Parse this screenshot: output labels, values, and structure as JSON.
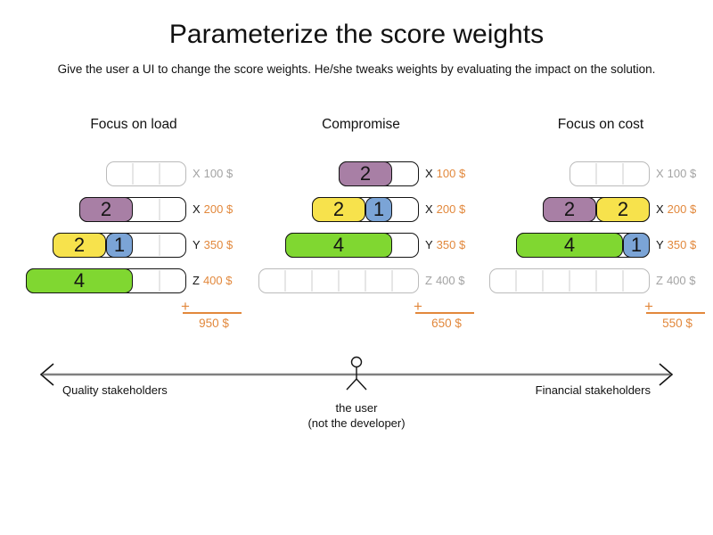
{
  "title": "Parameterize the score weights",
  "subtitle": "Give the user a UI to change the score weights. He/she tweaks weights by evaluating the impact on the solution.",
  "plus": "+",
  "colors": {
    "purple": "#a87fa5",
    "yellow": "#f7e24c",
    "blue": "#7ba4d6",
    "green": "#80d731",
    "orange": "#e2883c",
    "inactive_label": "#a3a3a3",
    "active_border": "#141414",
    "empty_border": "#bbbbbb",
    "cell_divider": "#e6e6e6",
    "axis_line": "#808080"
  },
  "columns": [
    {
      "header": "Focus on load",
      "total": "950 $",
      "rows": [
        {
          "capacity": 3,
          "label_letter": "X",
          "label_value": "100 $",
          "active": false,
          "segments": []
        },
        {
          "capacity": 4,
          "label_letter": "X",
          "label_value": "200 $",
          "active": true,
          "segments": [
            {
              "value": "2",
              "color": "purple"
            }
          ]
        },
        {
          "capacity": 5,
          "label_letter": "Y",
          "label_value": "350 $",
          "active": true,
          "segments": [
            {
              "value": "2",
              "color": "yellow"
            },
            {
              "value": "1",
              "color": "blue"
            }
          ]
        },
        {
          "capacity": 6,
          "label_letter": "Z",
          "label_value": "400 $",
          "active": true,
          "segments": [
            {
              "value": "4",
              "color": "green"
            }
          ]
        }
      ]
    },
    {
      "header": "Compromise",
      "total": "650 $",
      "rows": [
        {
          "capacity": 3,
          "label_letter": "X",
          "label_value": "100 $",
          "active": true,
          "segments": [
            {
              "value": "2",
              "color": "purple"
            }
          ]
        },
        {
          "capacity": 4,
          "label_letter": "X",
          "label_value": "200 $",
          "active": true,
          "segments": [
            {
              "value": "2",
              "color": "yellow"
            },
            {
              "value": "1",
              "color": "blue"
            }
          ]
        },
        {
          "capacity": 5,
          "label_letter": "Y",
          "label_value": "350 $",
          "active": true,
          "segments": [
            {
              "value": "4",
              "color": "green"
            }
          ]
        },
        {
          "capacity": 6,
          "label_letter": "Z",
          "label_value": "400 $",
          "active": false,
          "segments": []
        }
      ]
    },
    {
      "header": "Focus on cost",
      "total": "550 $",
      "rows": [
        {
          "capacity": 3,
          "label_letter": "X",
          "label_value": "100 $",
          "active": false,
          "segments": []
        },
        {
          "capacity": 4,
          "label_letter": "X",
          "label_value": "200 $",
          "active": true,
          "segments": [
            {
              "value": "2",
              "color": "purple"
            },
            {
              "value": "2",
              "color": "yellow"
            }
          ]
        },
        {
          "capacity": 5,
          "label_letter": "Y",
          "label_value": "350 $",
          "active": true,
          "segments": [
            {
              "value": "4",
              "color": "green"
            },
            {
              "value": "1",
              "color": "blue"
            }
          ]
        },
        {
          "capacity": 6,
          "label_letter": "Z",
          "label_value": "400 $",
          "active": false,
          "segments": []
        }
      ]
    }
  ],
  "axis": {
    "left_label": "Quality stakeholders",
    "right_label": "Financial stakeholders"
  },
  "user": {
    "line1": "the user",
    "line2": "(not the developer)"
  }
}
